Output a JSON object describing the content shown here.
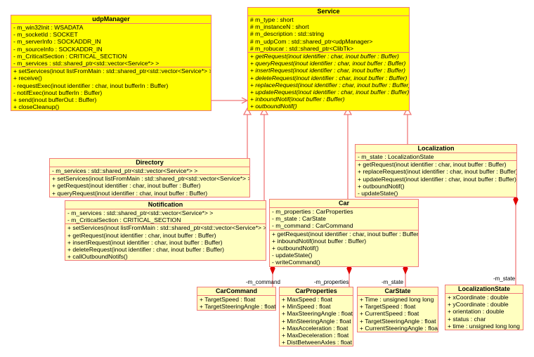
{
  "classes": [
    {
      "id": "udpManager",
      "name": "udpManager",
      "highlight": true,
      "attributes": [
        "- m_win32Init : WSADATA",
        "- m_socketId : SOCKET",
        "- m_serverInfo : SOCKADDR_IN",
        "- m_sourceInfo : SOCKADDR_IN",
        "- m_CriticalSection : CRITICAL_SECTION",
        "- m_services : std::shared_ptr<std::vector<Service*> >"
      ],
      "methods": [
        "+ setServices(inout listFromMain : std::shared_ptr<std::vector<Service*> >)",
        "+ receive()",
        "- requestExec(inout identifier : char, inout bufferIn : Buffer)",
        "- notifExec(inout bufferIn : Buffer)",
        "+ send(inout bufferOut : Buffer)",
        "+ closeCleanup()"
      ],
      "abstract_methods": false
    },
    {
      "id": "Service",
      "name": "Service",
      "highlight": true,
      "attributes": [
        "# m_type : short",
        "# m_instanceN : short",
        "# m_description : std::string",
        "# m_udpCom : std::shared_ptr<udpManager>",
        "# m_robucar : std::shared_ptr<ClibTk>"
      ],
      "methods": [
        "+ getRequest(inout identifier : char, inout buffer : Buffer)",
        "+ queryRequest(inout identifier : char, inout buffer : Buffer)",
        "+ insertRequest(inout identifier : char, inout buffer : Buffer)",
        "+ deleteRequest(inout identifier : char, inout buffer : Buffer)",
        "+ replaceRequest(inout identifier : char, inout buffer : Buffer)",
        "+ updateRequest(inout identifier : char, inout buffer : Buffer)",
        "+ inboundNotif(inout buffer : Buffer)",
        "+ outboundNotif()"
      ],
      "abstract_methods": true
    },
    {
      "id": "Directory",
      "name": "Directory",
      "highlight": false,
      "attributes": [
        "- m_services : std::shared_ptr<std::vector<Service*> >"
      ],
      "methods": [
        "+ setServices(inout listFromMain : std::shared_ptr<std::vector<Service*> >)",
        "+ getRequest(inout identifier : char, inout buffer : Buffer)",
        "+ queryRequest(inout identifier : char, inout buffer : Buffer)"
      ],
      "abstract_methods": false
    },
    {
      "id": "Notification",
      "name": "Notification",
      "highlight": false,
      "attributes": [
        "- m_services : std::shared_ptr<std::vector<Service*> >",
        "- m_CriticalSection : CRITICAL_SECTION"
      ],
      "methods": [
        "+ setServices(inout listFromMain : std::shared_ptr<std::vector<Service*> >)",
        "+ getRequest(inout identifier : char, inout buffer : Buffer)",
        "+ insertRequest(inout identifier : char, inout buffer : Buffer)",
        "+ deleteRequest(inout identifier : char, inout buffer : Buffer)",
        "+ callOutboundNotifs()"
      ],
      "abstract_methods": false
    },
    {
      "id": "Localization",
      "name": "Localization",
      "highlight": false,
      "attributes": [
        "- m_state : LocalizationState"
      ],
      "methods": [
        "+ getRequest(inout identifier : char, inout buffer : Buffer)",
        "+ replaceRequest(inout identifier : char, inout buffer : Buffer)",
        "+ updateRequest(inout identifier : char, inout buffer : Buffer)",
        "+ outboundNotif()",
        "- updateState()"
      ],
      "abstract_methods": false
    },
    {
      "id": "Car",
      "name": "Car",
      "highlight": false,
      "attributes": [
        "- m_properties : CarProperties",
        "- m_state : CarState",
        "- m_command : CarCommand"
      ],
      "methods": [
        "+ getRequest(inout identifier : char, inout buffer : Buffer)",
        "+ inboundNotif(inout buffer : Buffer)",
        "+ outboundNotif()",
        "- updateState()",
        "- writeCommand()"
      ],
      "abstract_methods": false
    },
    {
      "id": "CarCommand",
      "name": "CarCommand",
      "highlight": false,
      "attributes": [
        "+ TargetSpeed : float",
        "+ TargetSteeringAngle : float"
      ],
      "methods": [],
      "abstract_methods": false
    },
    {
      "id": "CarProperties",
      "name": "CarProperties",
      "highlight": false,
      "attributes": [
        "+ MaxSpeed : float",
        "+ MinSpeed : float",
        "+ MaxSteeringAngle : float",
        "+ MinSteeringAngle : float",
        "+ MaxAcceleration : float",
        "+ MaxDeceleration : float",
        "+ DistBetweenAxles : float"
      ],
      "methods": [],
      "abstract_methods": false
    },
    {
      "id": "CarState",
      "name": "CarState",
      "highlight": false,
      "attributes": [
        "+ Time : unsigned long long",
        "+ TargetSpeed : float",
        "+ CurrentSpeed : float",
        "+ TargetSteeringAngle : float",
        "+ CurrentSteeringAngle : float"
      ],
      "methods": [],
      "abstract_methods": false
    },
    {
      "id": "LocalizationState",
      "name": "LocalizationState",
      "highlight": false,
      "attributes": [
        "+ xCoordinate : double",
        "+ yCoordinate : double",
        "+ orientation : double",
        "+ status : char",
        "+ time : unsigned long long"
      ],
      "methods": [],
      "abstract_methods": false
    }
  ],
  "role_labels": {
    "car_command": "-m_command",
    "car_properties": "-m_properties",
    "car_state": "-m_state",
    "localization_state": "-m_state"
  },
  "colors": {
    "border": "#f07878",
    "highlight_fill": "#ffff00",
    "fill": "#ffffc0"
  }
}
